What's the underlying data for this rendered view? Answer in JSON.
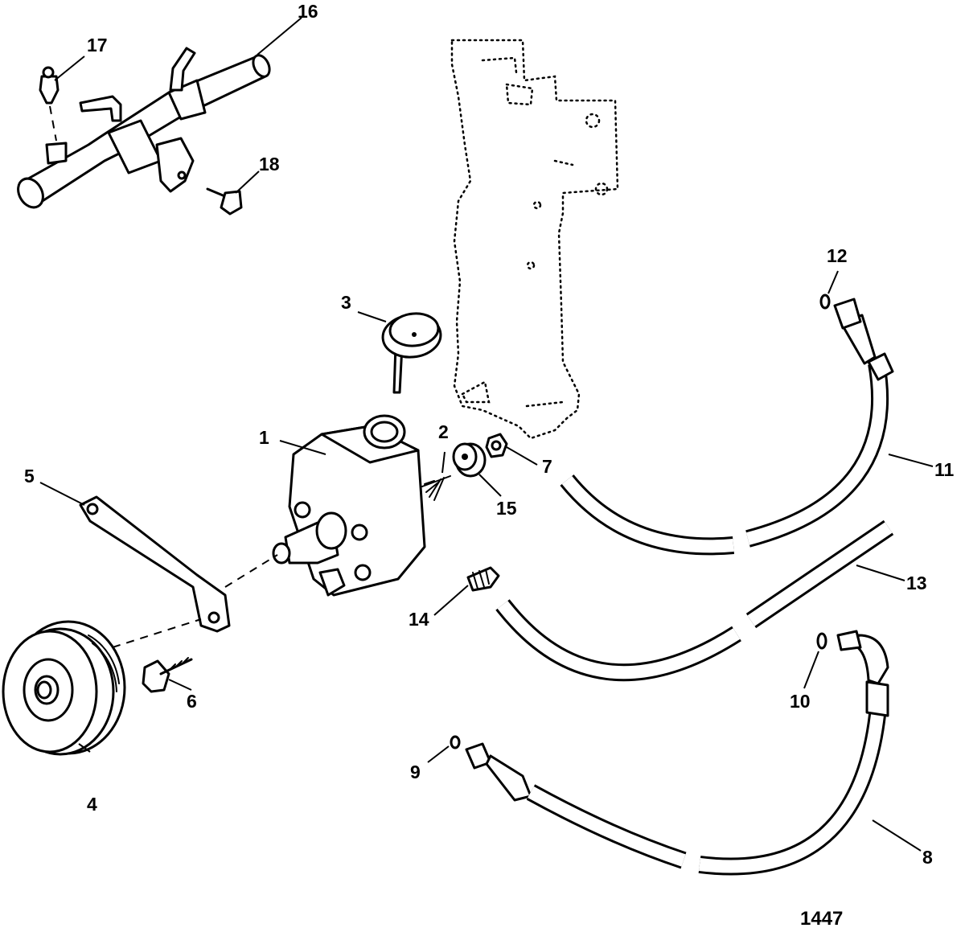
{
  "figure_number": "1447",
  "callouts": [
    {
      "id": "c1",
      "label": "1"
    },
    {
      "id": "c2",
      "label": "2"
    },
    {
      "id": "c3",
      "label": "3"
    },
    {
      "id": "c4",
      "label": "4"
    },
    {
      "id": "c5",
      "label": "5"
    },
    {
      "id": "c6",
      "label": "6"
    },
    {
      "id": "c7",
      "label": "7"
    },
    {
      "id": "c8",
      "label": "8"
    },
    {
      "id": "c9",
      "label": "9"
    },
    {
      "id": "c10",
      "label": "10"
    },
    {
      "id": "c11",
      "label": "11"
    },
    {
      "id": "c12",
      "label": "12"
    },
    {
      "id": "c13",
      "label": "13"
    },
    {
      "id": "c14",
      "label": "14"
    },
    {
      "id": "c15",
      "label": "15"
    },
    {
      "id": "c16",
      "label": "16"
    },
    {
      "id": "c17",
      "label": "17"
    },
    {
      "id": "c18",
      "label": "18"
    }
  ]
}
